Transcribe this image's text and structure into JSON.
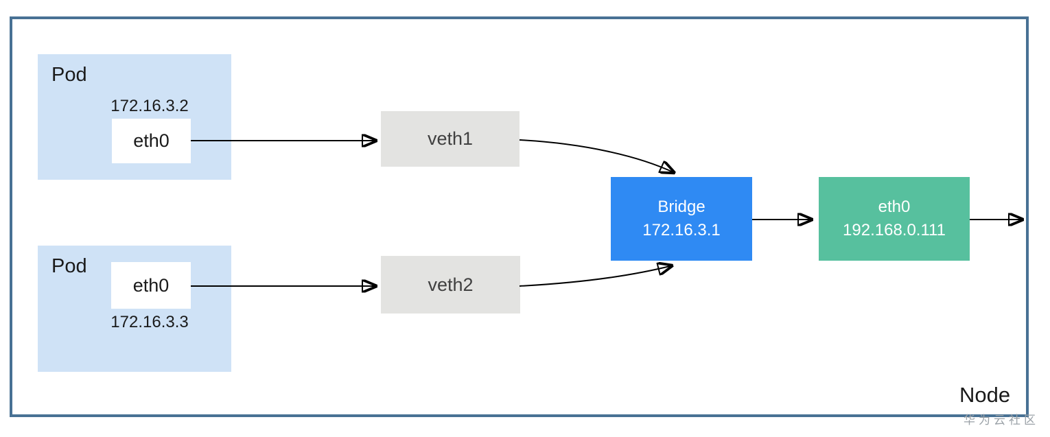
{
  "diagram": {
    "title_context": "Pod to node bridge networking diagram",
    "node": {
      "label": "Node"
    },
    "pods": [
      {
        "label": "Pod",
        "ip": "172.16.3.2",
        "interface": "eth0"
      },
      {
        "label": "Pod",
        "ip": "172.16.3.3",
        "interface": "eth0"
      }
    ],
    "veths": [
      {
        "label": "veth1"
      },
      {
        "label": "veth2"
      }
    ],
    "bridge": {
      "label": "Bridge",
      "ip": "172.16.3.1"
    },
    "node_eth": {
      "label": "eth0",
      "ip": "192.168.0.111"
    },
    "watermark": "华为云社区",
    "connections": [
      "pod1-eth0 -> veth1",
      "pod2-eth0 -> veth2",
      "veth1 -> bridge",
      "veth2 -> bridge",
      "bridge -> node-eth0",
      "node-eth0 -> node-edge"
    ],
    "colors": {
      "pod_fill": "#cfe2f6",
      "veth_fill": "#e3e3e1",
      "bridge_fill": "#2f8af3",
      "node_eth_fill": "#57c09e",
      "node_border": "#487194",
      "arrow": "#000000",
      "watermark_text": "#9aa1a7"
    }
  }
}
